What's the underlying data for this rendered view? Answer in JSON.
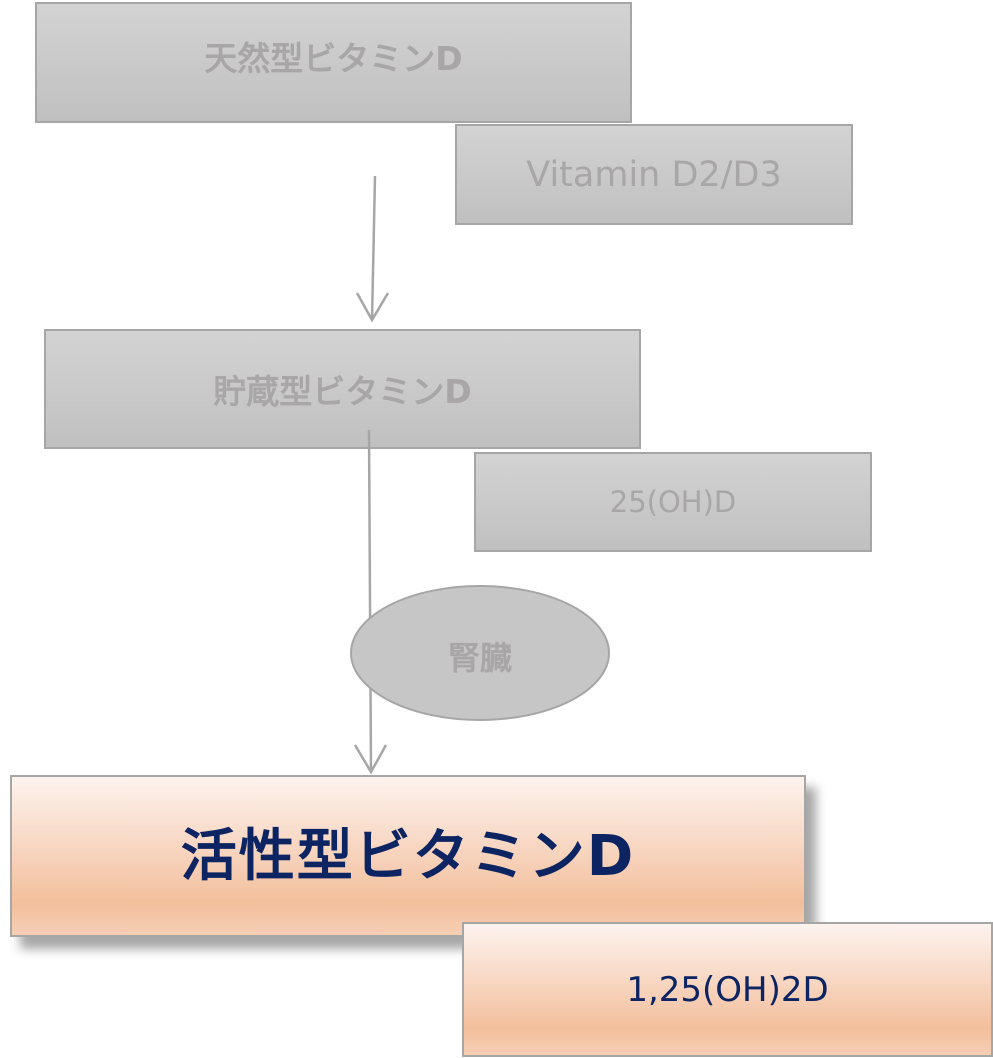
{
  "diagram": {
    "natural": {
      "title": "天然型ビタミンD",
      "subtitle": "Vitamin D2/D3"
    },
    "storage": {
      "title": "貯蔵型ビタミンD",
      "subtitle": "25(OH)D"
    },
    "organ": {
      "label": "腎臓"
    },
    "active": {
      "title": "活性型ビタミンD",
      "subtitle": "1,25(OH)2D"
    },
    "colors": {
      "gray_box": "#c8c8c8",
      "gray_text": "#a8a6a6",
      "active_text": "#0d2462",
      "peach": "#f3bf9c",
      "arrow": "#a6a6a6"
    }
  }
}
